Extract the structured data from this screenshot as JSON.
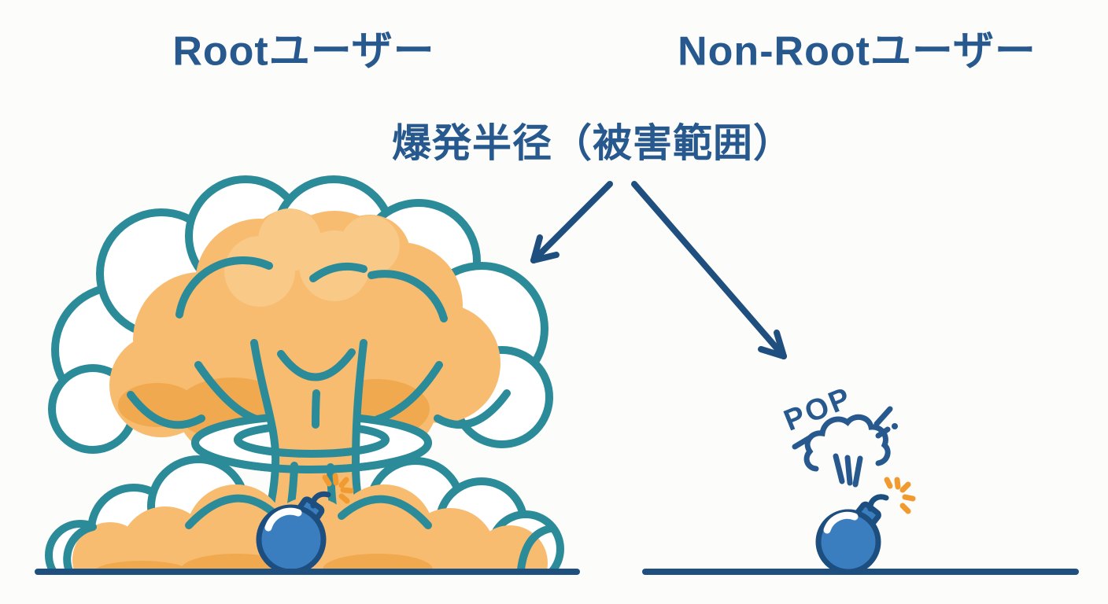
{
  "page": {
    "background": "#FCFCFA"
  },
  "colors": {
    "navy": "#1F4F7F",
    "title_blue": "#27598E",
    "teal": "#2C8B99",
    "orange": "#F7BC6F",
    "orange_light": "#F9C987",
    "orange_dark": "#F1A950",
    "bomb_blue": "#3A7EC0",
    "bomb_outline": "#1C4E80",
    "spark_orange": "#F09A30"
  },
  "header": {
    "left_title": "Rootユーザー",
    "right_title": "Non-Rootユーザー"
  },
  "annotation": {
    "label": "爆発半径（被害範囲）"
  },
  "left_scene": {
    "icon": "mushroom-cloud-explosion-icon"
  },
  "right_scene": {
    "pop_text": "POP",
    "icon": "small-bomb-pop-icon"
  }
}
